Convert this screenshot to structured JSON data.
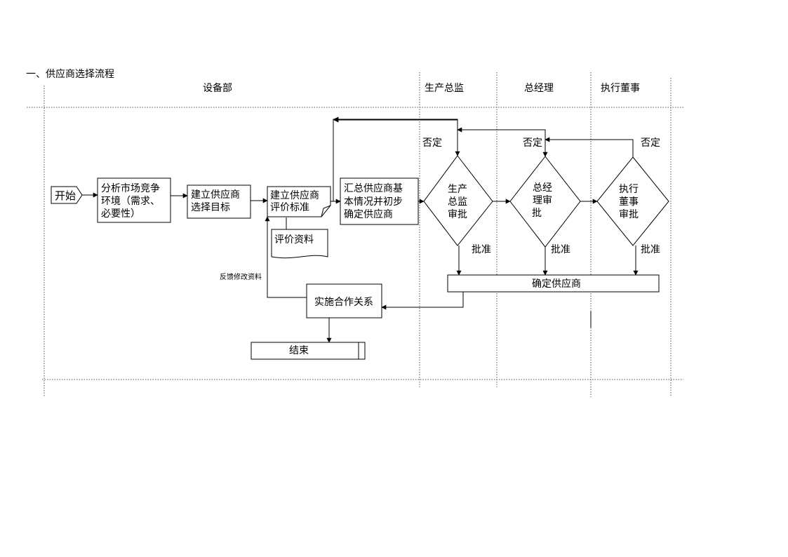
{
  "heading": "一、供应商选择流程",
  "lanes": {
    "equipment": "设备部",
    "production": "生产总监",
    "gm": "总经理",
    "director": "执行董事"
  },
  "nodes": {
    "start": "开始",
    "analyze": [
      "分析市场竞争",
      "环境（需求、",
      "必要性）"
    ],
    "target": [
      "建立供应商",
      "选择目标"
    ],
    "criteria": [
      "建立供应商",
      "评价标准"
    ],
    "eval_doc": "评价资料",
    "summary": [
      "汇总供应商基",
      "本情况并初步",
      "确定供应商"
    ],
    "prod_approve": [
      "生产",
      "总监",
      "审批"
    ],
    "gm_approve": [
      "总经",
      "理审",
      "批"
    ],
    "dir_approve": [
      "执行",
      "董事",
      "审批"
    ],
    "confirm": "确定供应商",
    "implement": "实施合作关系",
    "end": "结束"
  },
  "labels": {
    "reject": "否定",
    "approve": "批准",
    "feedback": "反馈修改资料"
  }
}
